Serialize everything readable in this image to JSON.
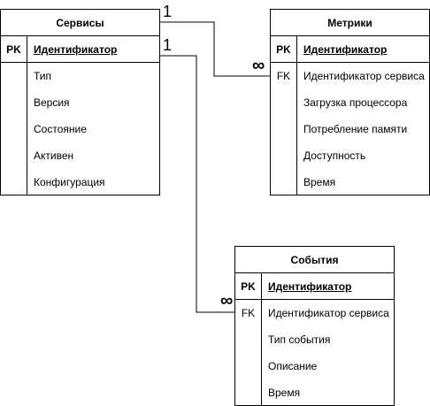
{
  "tables": {
    "services": {
      "title": "Сервисы",
      "pk": {
        "key": "PK",
        "name": "Идентификатор"
      },
      "fields": [
        "Тип",
        "Версия",
        "Состояние",
        "Активен",
        "Конфигурация"
      ]
    },
    "metrics": {
      "title": "Метрики",
      "pk": {
        "key": "PK",
        "name": "Идентификатор"
      },
      "fk": {
        "key": "FK",
        "name": "Идентификатор сервиса"
      },
      "fields": [
        "Загрузка процессора",
        "Потребление памяти",
        "Доступность",
        "Время"
      ]
    },
    "events": {
      "title": "События",
      "pk": {
        "key": "PK",
        "name": "Идентификатор"
      },
      "fk": {
        "key": "FK",
        "name": "Идентификатор сервиса"
      },
      "fields": [
        "Тип события",
        "Описание",
        "Время"
      ]
    }
  },
  "relations": {
    "services_metrics": {
      "from": "1",
      "to": "∞"
    },
    "services_events": {
      "from": "1",
      "to": "∞"
    }
  },
  "colors": {
    "line": "#000000",
    "background": "#ffffff"
  }
}
